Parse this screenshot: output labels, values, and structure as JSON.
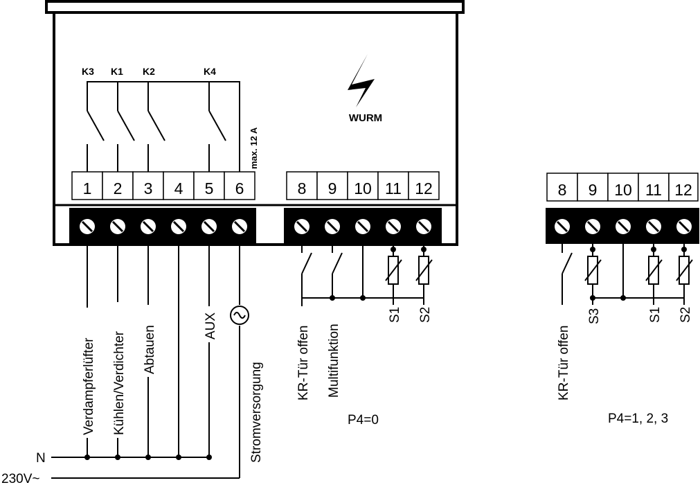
{
  "brand": {
    "name": "WURM"
  },
  "relays": [
    "K3",
    "K1",
    "K2",
    "K4"
  ],
  "max_current": "max. 12 A",
  "left_terminals": [
    "1",
    "2",
    "3",
    "4",
    "5",
    "6"
  ],
  "mid_terminals": [
    "8",
    "9",
    "10",
    "11",
    "12"
  ],
  "right_terminals": [
    "8",
    "9",
    "10",
    "11",
    "12"
  ],
  "left_labels": {
    "verdampferluefter": "Verdampferlüfter",
    "kuehlen": "Kühlen/Verdichter",
    "abtauen": "Abtauen",
    "aux": "AUX",
    "strom": "Stromversorgung",
    "n": "N",
    "supply": "230V~"
  },
  "mid_labels": {
    "kr_tuer": "KR-Tür offen",
    "multi": "Multifunktion",
    "s1": "S1",
    "s2": "S2",
    "caption": "P4=0"
  },
  "right_labels": {
    "kr_tuer": "KR-Tür offen",
    "s3": "S3",
    "s1": "S1",
    "s2": "S2",
    "caption": "P4=1, 2, 3"
  }
}
